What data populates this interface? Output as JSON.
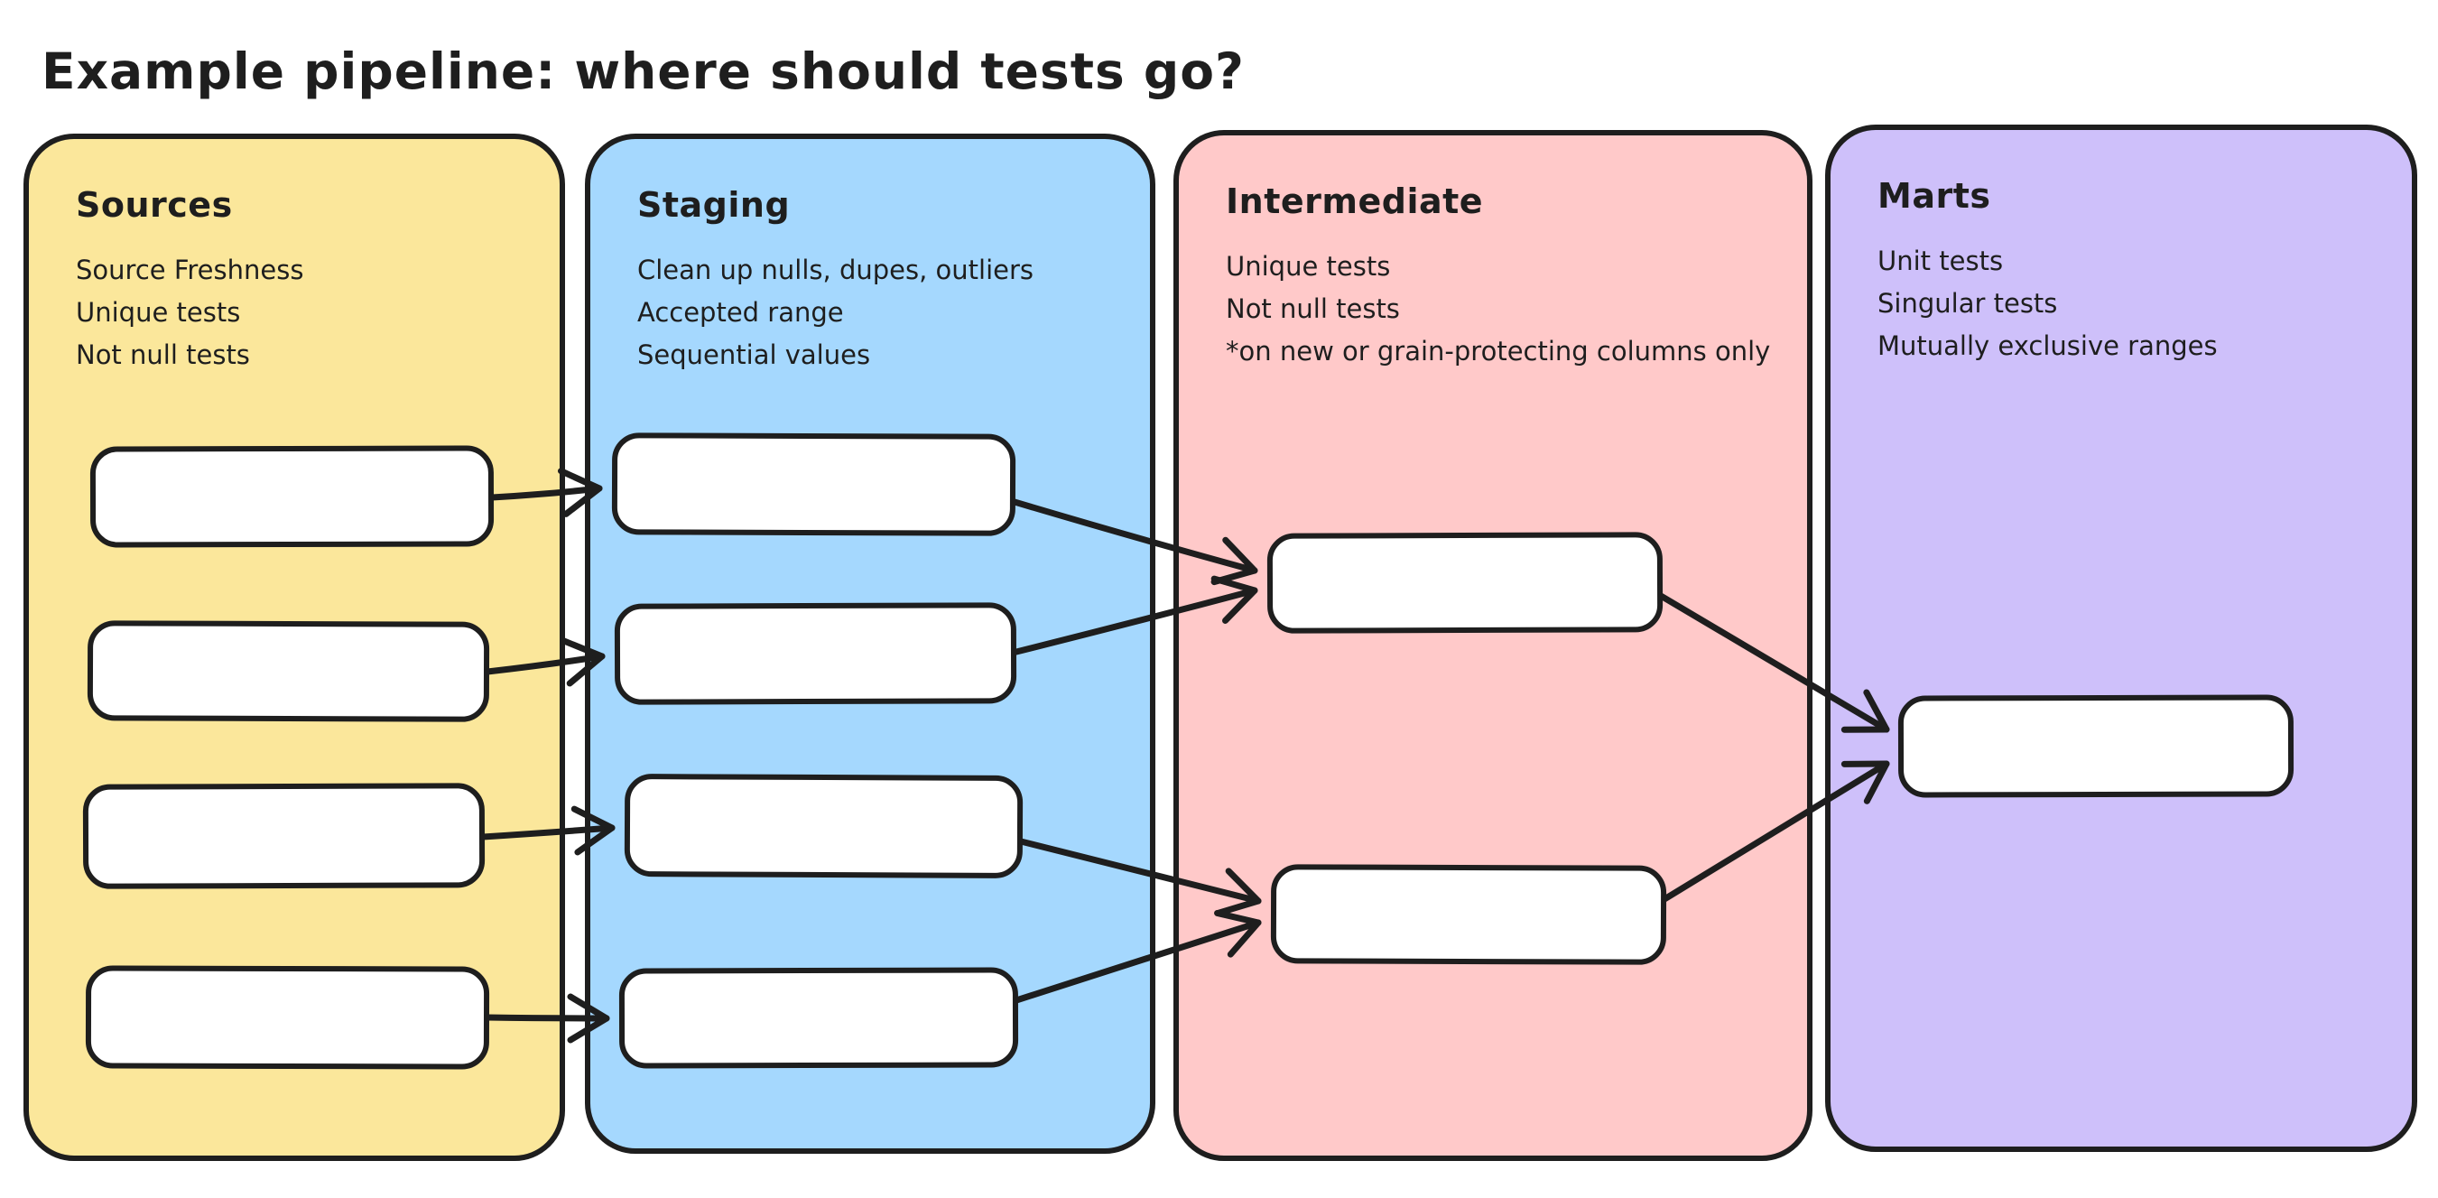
{
  "title": "Example pipeline: where should tests go?",
  "colors": {
    "ink": "#1e1e1e",
    "sources_fill": "#FBE79B",
    "staging_fill": "#A5D8FE",
    "intermediate_fill": "#FFC9C9",
    "marts_fill": "#CEC0FA",
    "node_fill": "#FFFFFF",
    "background": "#FFFFFF"
  },
  "columns": [
    {
      "id": "sources",
      "title": "Sources",
      "notes": [
        "Source Freshness",
        "Unique tests",
        "Not null tests"
      ]
    },
    {
      "id": "staging",
      "title": "Staging",
      "notes": [
        "Clean up nulls, dupes, outliers",
        "Accepted range",
        "Sequential values"
      ]
    },
    {
      "id": "intermediate",
      "title": "Intermediate",
      "notes": [
        "Unique tests",
        "Not null tests",
        "*on new or grain-protecting columns only"
      ]
    },
    {
      "id": "marts",
      "title": "Marts",
      "notes": [
        "Unit tests",
        "Singular tests",
        "Mutually exclusive ranges"
      ]
    }
  ],
  "nodes": {
    "sources": [
      "sources-1",
      "sources-2",
      "sources-3",
      "sources-4"
    ],
    "staging": [
      "staging-1",
      "staging-2",
      "staging-3",
      "staging-4"
    ],
    "intermediate": [
      "intermediate-1",
      "intermediate-2"
    ],
    "marts": [
      "marts-1"
    ]
  },
  "edges": [
    {
      "from": "sources-1",
      "to": "staging-1"
    },
    {
      "from": "sources-2",
      "to": "staging-2"
    },
    {
      "from": "sources-3",
      "to": "staging-3"
    },
    {
      "from": "sources-4",
      "to": "staging-4"
    },
    {
      "from": "staging-1",
      "to": "intermediate-1"
    },
    {
      "from": "staging-2",
      "to": "intermediate-1"
    },
    {
      "from": "staging-3",
      "to": "intermediate-2"
    },
    {
      "from": "staging-4",
      "to": "intermediate-2"
    },
    {
      "from": "intermediate-1",
      "to": "marts-1"
    },
    {
      "from": "intermediate-2",
      "to": "marts-1"
    }
  ]
}
